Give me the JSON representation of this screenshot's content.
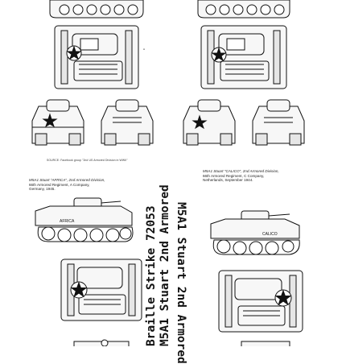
{
  "source_note": "SOURCE: Facebook group \"2nd US Armored Division in WWII\"",
  "captions": {
    "africa": [
      "M5A1 Stuart \"AFRICA\", 2nd Armored Division,",
      "66th Armored Regiment, A Company,",
      "Germany, 1945."
    ],
    "calico": [
      "M5A1 Stuart \"CALICO\", 2nd Armored Division,",
      "66th Armored Regiment, C Company,",
      "Netherlands, September 1944."
    ]
  },
  "side_title": {
    "line1": "Braille Strike 72053",
    "line2": "M5A1 Stuart 2nd Armored",
    "line3": "M5A1 Stuart 2nd Armored"
  },
  "hull_names": {
    "africa": "AFRICA",
    "calico": "CALICO"
  },
  "colors": {
    "ink": "#111111",
    "hull_fill": "#f7f7f7",
    "panel_fill": "#e6e6e6"
  }
}
